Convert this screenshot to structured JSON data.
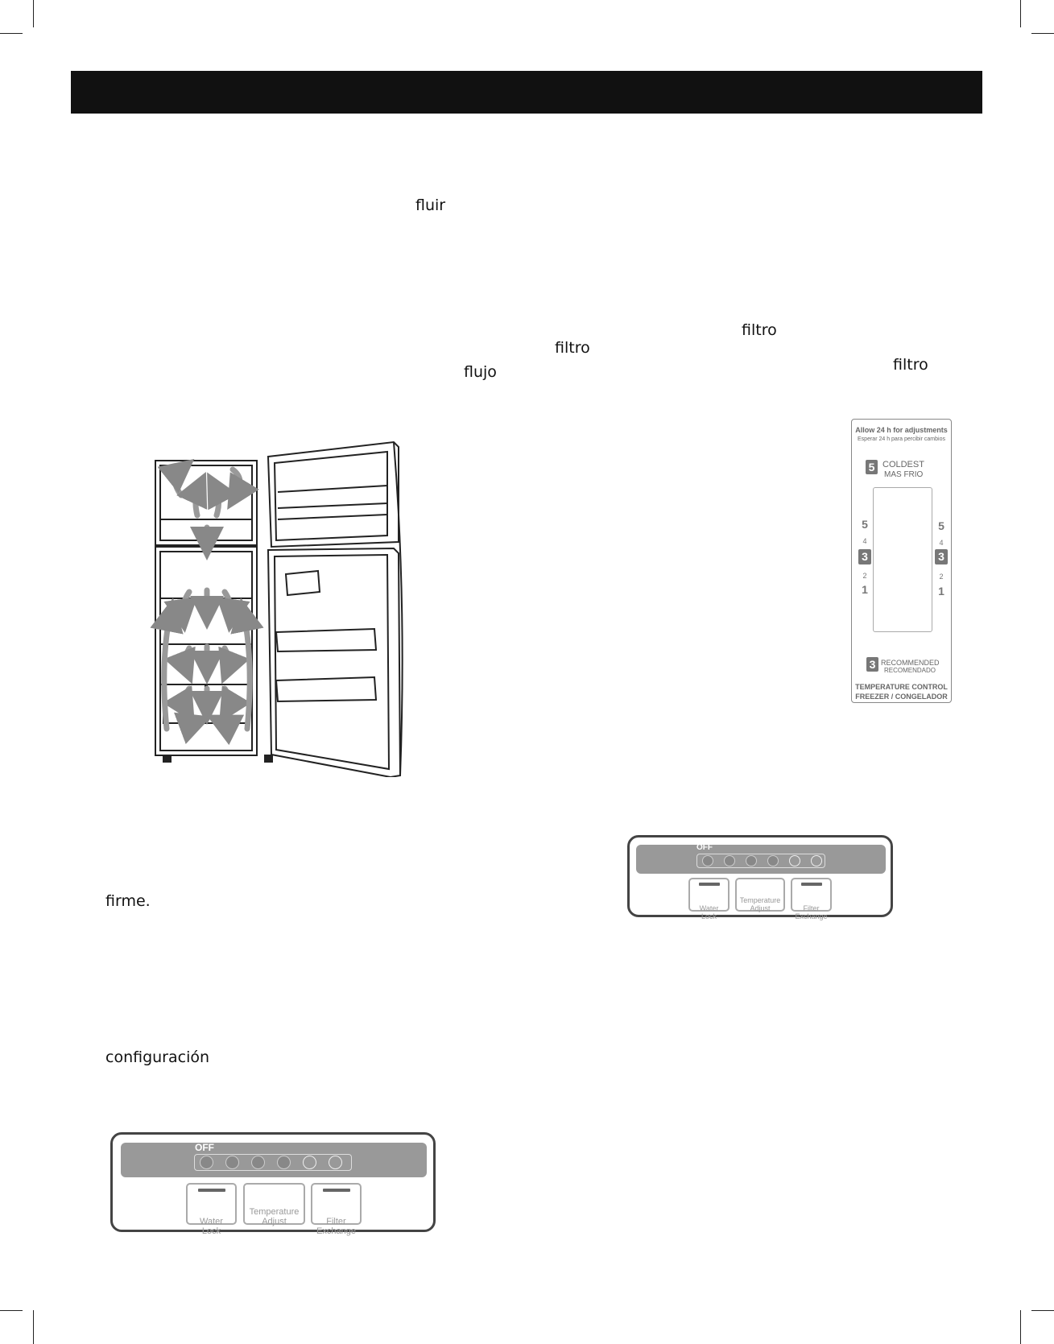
{
  "fragments": {
    "fluir": "fluir",
    "filtro_1": "filtro",
    "filtro_2": "filtro",
    "filtro_3": "filtro",
    "flujo": "flujo",
    "firme": "firme.",
    "configuracion": "configuración"
  },
  "dial": {
    "allow": "Allow 24 h for adjustments",
    "esperar": "Esperar 24 h para percibir cambios",
    "coldest_num": "5",
    "coldest": "COLDEST",
    "mas_frio": "MAS FRIO",
    "scale": [
      "5",
      "4",
      "3",
      "2",
      "1"
    ],
    "selected": "3",
    "recommended_num": "3",
    "recommended": "RECOMMENDED",
    "recomendado": "RECOMENDADO",
    "control_title": "TEMPERATURE CONTROL",
    "control_sub": "FREEZER / CONGELADOR"
  },
  "panel_small": {
    "off": "OFF",
    "level": 4,
    "dots": 6,
    "buttons": [
      "Water\nLock",
      "Temperature\nAdjust",
      "Filter\nExchange"
    ]
  },
  "panel_large": {
    "off": "OFF",
    "level": 4,
    "dots": 6,
    "buttons": [
      "Water\nLock",
      "Temperature\nAdjust",
      "Filter\nExchange"
    ]
  }
}
